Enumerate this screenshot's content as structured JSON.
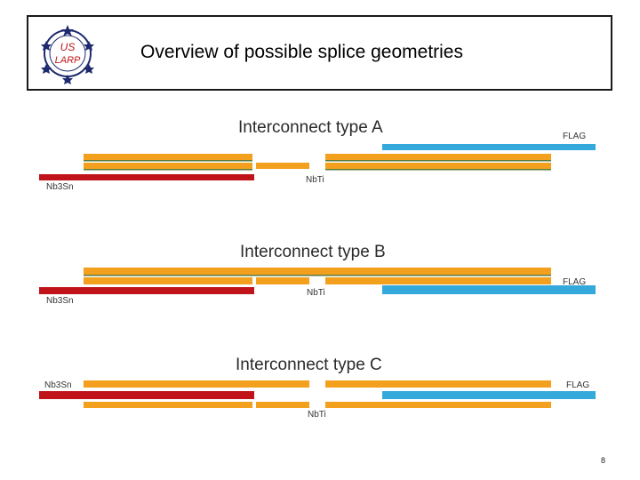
{
  "header": {
    "title": "Overview of possible splice geometries",
    "logo_line1": "US",
    "logo_line2": "LARP"
  },
  "colors": {
    "orange": "#f2a01e",
    "orange_shadow": "#b36a10",
    "red": "#c0141a",
    "blue": "#35a8dc",
    "green_line": "#5a7a3a"
  },
  "diagrams": [
    {
      "title": "Interconnect type A",
      "label_nbsn": "Nb3Sn",
      "label_nbti": "NbTi",
      "label_flag": "FLAG"
    },
    {
      "title": "Interconnect type B",
      "label_nbsn": "Nb3Sn",
      "label_nbti": "NbTi",
      "label_flag": "FLAG"
    },
    {
      "title": "Interconnect type C",
      "label_nbsn": "Nb3Sn",
      "label_nbti": "NbTi",
      "label_flag": "FLAG"
    }
  ],
  "footer": {
    "page_number": "8"
  }
}
